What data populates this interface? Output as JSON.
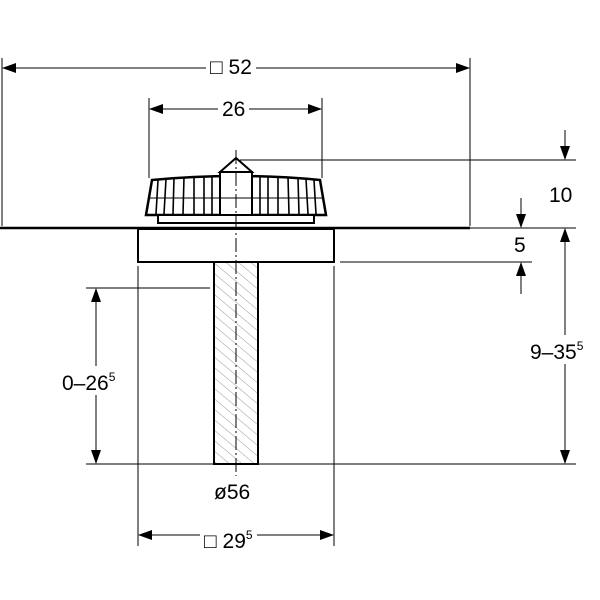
{
  "dimensions": {
    "overall_width": {
      "symbol": "□",
      "value": "52"
    },
    "strainer_width": "26",
    "strainer_height": "10",
    "flange_thickness": "5",
    "total_height": {
      "main": "9–35",
      "sup": "5"
    },
    "pipe_extension": {
      "main": "0–26",
      "sup": "5"
    },
    "pipe_diameter": "ø56",
    "flange_width": {
      "symbol": "□",
      "main": "29",
      "sup": "5"
    }
  }
}
